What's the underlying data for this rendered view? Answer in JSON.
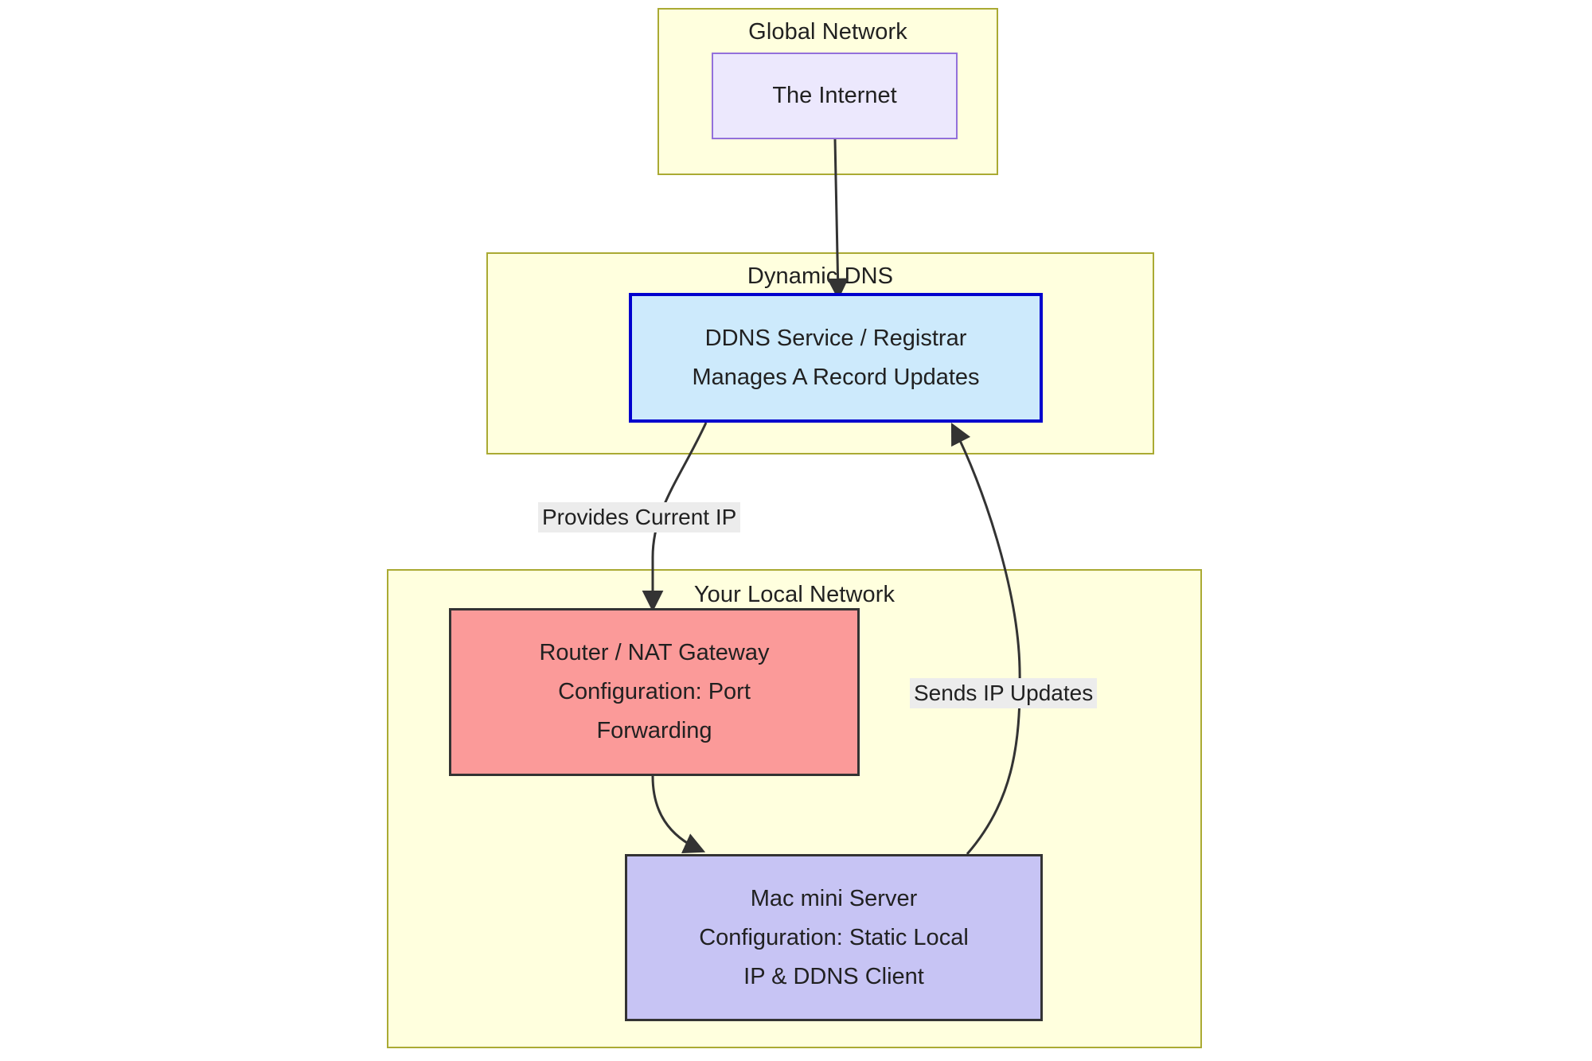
{
  "diagram": {
    "type": "flowchart",
    "title": "Dynamic DNS network topology",
    "background": "#ffffff",
    "clusters": [
      {
        "id": "global-network",
        "label": "Global Network",
        "fill": "#ffffde",
        "stroke": "#aaaa33"
      },
      {
        "id": "dynamic-dns",
        "label": "Dynamic DNS",
        "fill": "#ffffde",
        "stroke": "#aaaa33"
      },
      {
        "id": "your-local-network",
        "label": "Your Local Network",
        "fill": "#ffffde",
        "stroke": "#aaaa33"
      }
    ],
    "nodes": [
      {
        "id": "internet",
        "lines": [
          "The Internet"
        ],
        "fill": "#ece8fd",
        "stroke": "#9370db",
        "cluster": "global-network"
      },
      {
        "id": "ddns-service",
        "lines": [
          "DDNS Service / Registrar",
          "Manages A Record Updates"
        ],
        "fill": "#cdeafc",
        "stroke": "#0000cd",
        "cluster": "dynamic-dns"
      },
      {
        "id": "router",
        "lines": [
          "Router / NAT Gateway",
          "Configuration: Port",
          "Forwarding"
        ],
        "fill": "#fb9a99",
        "stroke": "#333333",
        "cluster": "your-local-network"
      },
      {
        "id": "mac-mini",
        "lines": [
          "Mac mini Server",
          "Configuration: Static Local",
          "IP & DDNS Client"
        ],
        "fill": "#c7c4f4",
        "stroke": "#333333",
        "cluster": "your-local-network"
      }
    ],
    "edges": [
      {
        "id": "internet-to-ddns",
        "from": "internet",
        "to": "ddns-service",
        "label": ""
      },
      {
        "id": "ddns-to-router",
        "from": "ddns-service",
        "to": "router",
        "label": "Provides Current IP"
      },
      {
        "id": "router-to-macmini",
        "from": "router",
        "to": "mac-mini",
        "label": ""
      },
      {
        "id": "macmini-to-ddns",
        "from": "mac-mini",
        "to": "ddns-service",
        "label": "Sends IP Updates"
      }
    ],
    "edge_label_background": "#ececec",
    "text_color": "#212121",
    "edge_stroke": "#333333"
  }
}
